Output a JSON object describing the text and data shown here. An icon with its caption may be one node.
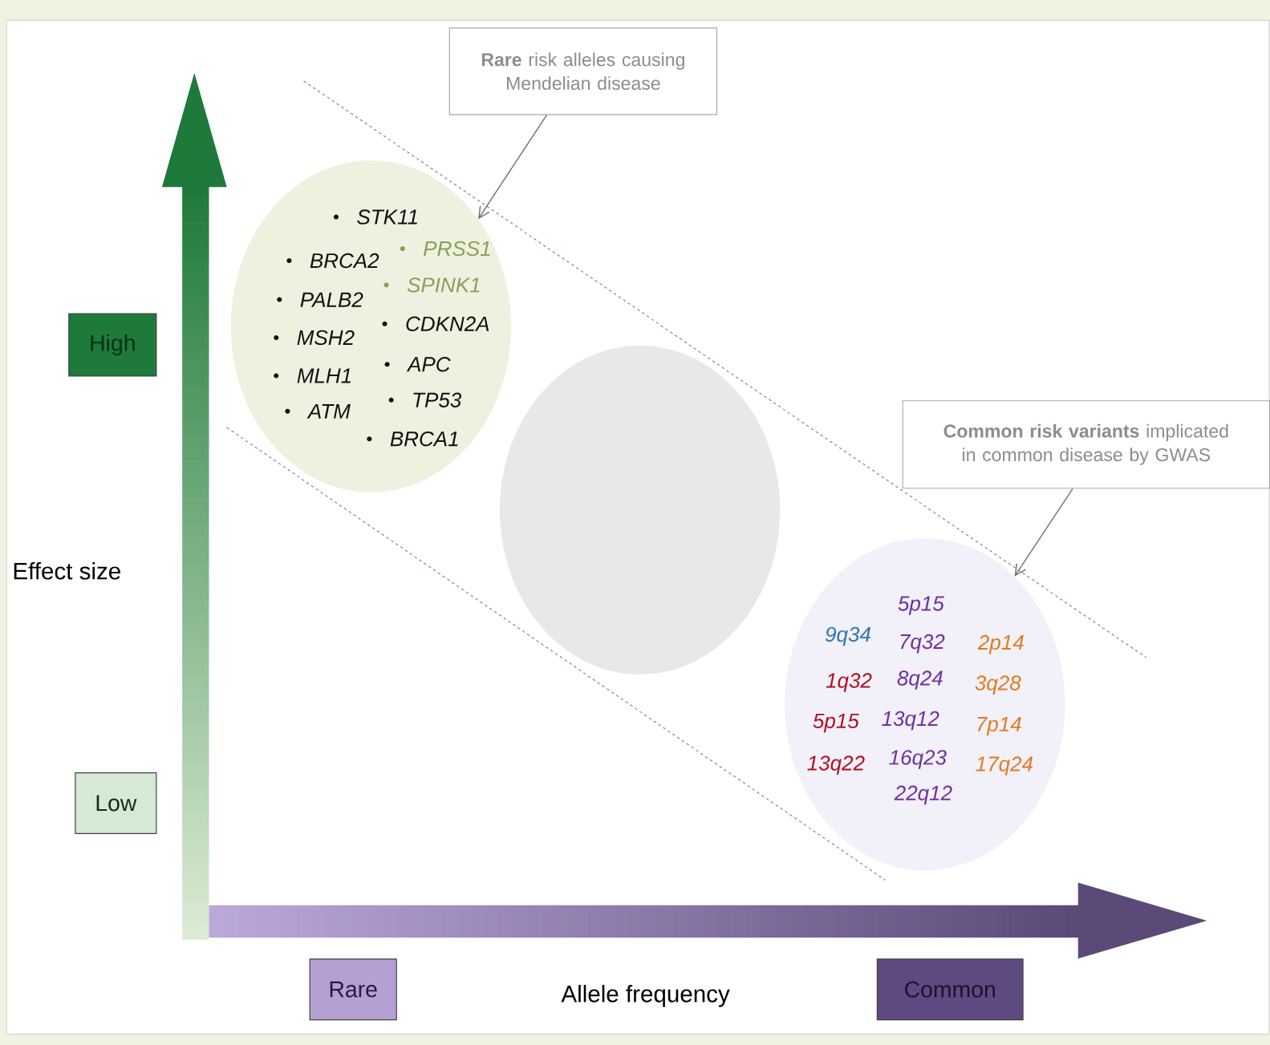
{
  "diagram": {
    "nodes": [
      {
        "text": [
          "**Rare** risk alleles causing Mendelian disease"
        ]
      },
      {
        "text": [
          "STK11",
          "PRSS1",
          "BRCA2",
          "SPINK1",
          "PALB2",
          "CDKN2A",
          "MSH2",
          "APC",
          "MLH1",
          "TP53",
          "ATM",
          "BRCA1"
        ]
      },
      {
        "text": [
          "High"
        ]
      },
      {
        "text": [],
        "shape": "circle"
      },
      {
        "text": [
          "**Common risk variants** implicated in common disease by GWAS"
        ]
      },
      {
        "text": [
          "5p15",
          "9q34",
          "7q32",
          "2p14",
          "1q32",
          "8q24",
          "3q28",
          "5p15",
          "13q12",
          "7p14",
          "13q22",
          "16q23",
          "17q24",
          "22q12"
        ]
      },
      {
        "text": [
          "Low"
        ]
      },
      {
        "text": [
          "Rare"
        ]
      },
      {
        "text": [
          "Common"
        ]
      }
    ],
    "edges": [
      {
        "from": 0,
        "to": 1,
        "arrow": "to"
      },
      {
        "from": 4,
        "to": 5,
        "arrow": "to"
      }
    ],
    "labels": [
      "Effect size",
      "Allele frequency"
    ]
  }
}
